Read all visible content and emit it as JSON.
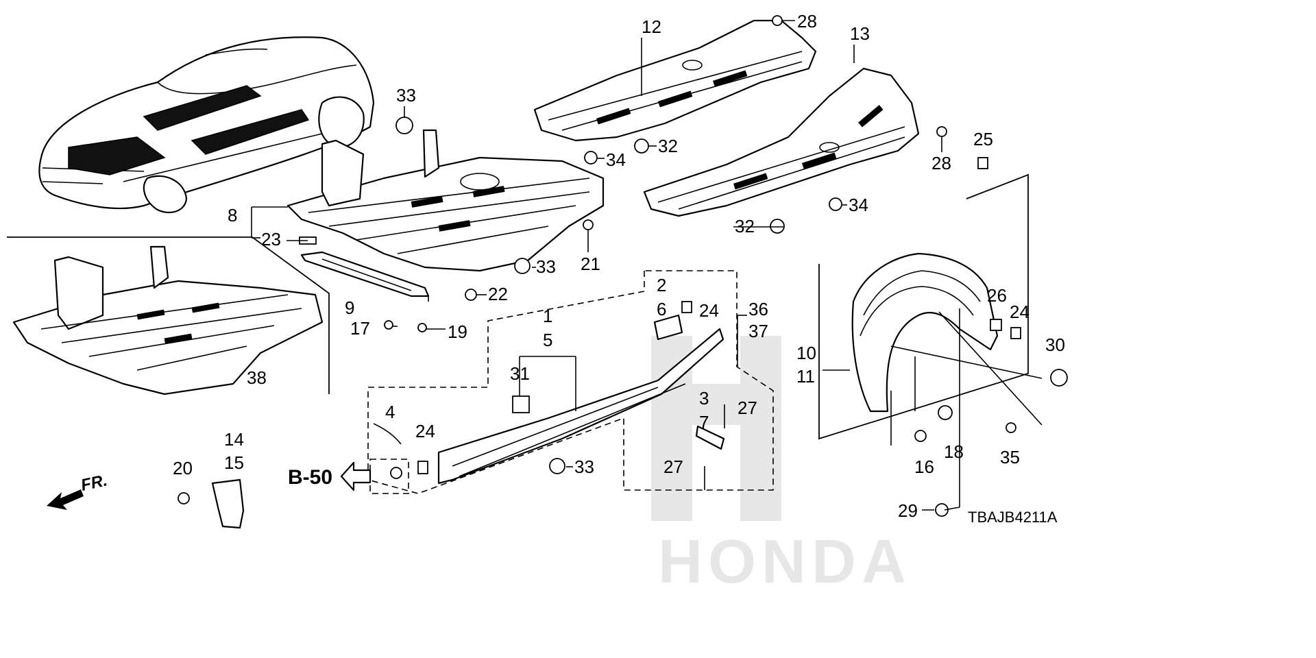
{
  "callouts": [
    {
      "id": "c1",
      "label": "1"
    },
    {
      "id": "c2",
      "label": "2"
    },
    {
      "id": "c3",
      "label": "3"
    },
    {
      "id": "c4",
      "label": "4"
    },
    {
      "id": "c5",
      "label": "5"
    },
    {
      "id": "c6",
      "label": "6"
    },
    {
      "id": "c7",
      "label": "7"
    },
    {
      "id": "c8",
      "label": "8"
    },
    {
      "id": "c9",
      "label": "9"
    },
    {
      "id": "c10",
      "label": "10"
    },
    {
      "id": "c11",
      "label": "11"
    },
    {
      "id": "c12",
      "label": "12"
    },
    {
      "id": "c13",
      "label": "13"
    },
    {
      "id": "c14",
      "label": "14"
    },
    {
      "id": "c15",
      "label": "15"
    },
    {
      "id": "c16",
      "label": "16"
    },
    {
      "id": "c17",
      "label": "17"
    },
    {
      "id": "c18",
      "label": "18"
    },
    {
      "id": "c19",
      "label": "19"
    },
    {
      "id": "c20",
      "label": "20"
    },
    {
      "id": "c21",
      "label": "21"
    },
    {
      "id": "c22",
      "label": "22"
    },
    {
      "id": "c23",
      "label": "23"
    },
    {
      "id": "c24a",
      "label": "24"
    },
    {
      "id": "c24b",
      "label": "24"
    },
    {
      "id": "c24c",
      "label": "24"
    },
    {
      "id": "c25",
      "label": "25"
    },
    {
      "id": "c26",
      "label": "26"
    },
    {
      "id": "c27a",
      "label": "27"
    },
    {
      "id": "c27b",
      "label": "27"
    },
    {
      "id": "c28a",
      "label": "28"
    },
    {
      "id": "c28b",
      "label": "28"
    },
    {
      "id": "c29",
      "label": "29"
    },
    {
      "id": "c30",
      "label": "30"
    },
    {
      "id": "c31",
      "label": "31"
    },
    {
      "id": "c32a",
      "label": "32"
    },
    {
      "id": "c32b",
      "label": "32"
    },
    {
      "id": "c33a",
      "label": "33"
    },
    {
      "id": "c33b",
      "label": "33"
    },
    {
      "id": "c33c",
      "label": "33"
    },
    {
      "id": "c34a",
      "label": "34"
    },
    {
      "id": "c34b",
      "label": "34"
    },
    {
      "id": "c35",
      "label": "35"
    },
    {
      "id": "c36",
      "label": "36"
    },
    {
      "id": "c37",
      "label": "37"
    },
    {
      "id": "c38",
      "label": "38"
    }
  ],
  "reference": {
    "label": "B-50"
  },
  "direction": {
    "label": "FR."
  },
  "drawing_code": "TBAJB4211A",
  "watermark_text": "HONDA"
}
